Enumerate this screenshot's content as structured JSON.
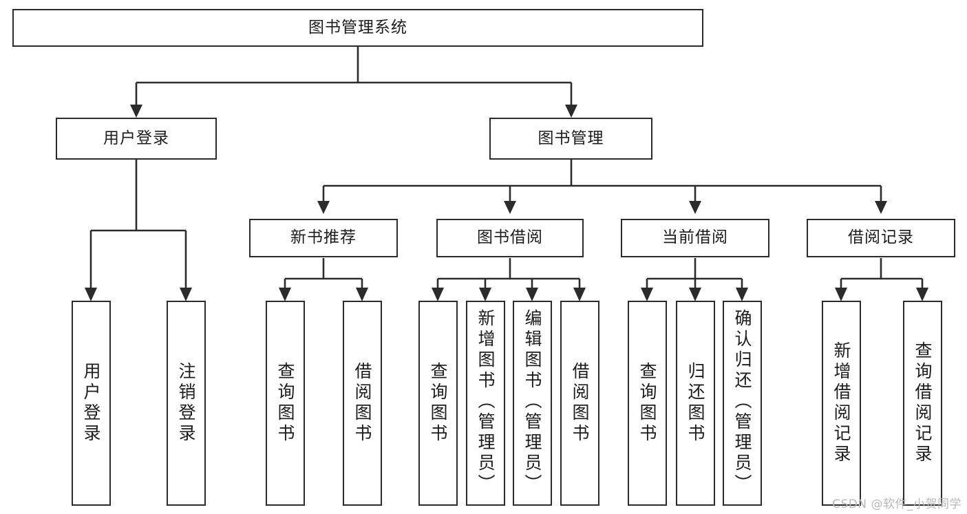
{
  "diagram": {
    "type": "tree",
    "title": "图书管理系统",
    "orientation": "top-down",
    "colors": {
      "box_border": "#2b2b2b",
      "box_fill": "#ffffff",
      "connector": "#2b2b2b",
      "background": "#ffffff",
      "watermark": "#b8b8b8"
    },
    "root": {
      "label": "图书管理系统"
    },
    "level2": [
      {
        "label": "用户登录"
      },
      {
        "label": "图书管理"
      }
    ],
    "level3": [
      {
        "label": "新书推荐"
      },
      {
        "label": "图书借阅"
      },
      {
        "label": "当前借阅"
      },
      {
        "label": "借阅记录"
      }
    ],
    "leaves": {
      "user_login": [
        {
          "label": "用户登录"
        },
        {
          "label": "注销登录"
        }
      ],
      "new_book": [
        {
          "label": "查询图书"
        },
        {
          "label": "借阅图书"
        }
      ],
      "book_borrow": [
        {
          "label": "查询图书"
        },
        {
          "label": "新增图书（管理员）"
        },
        {
          "label": "编辑图书（管理员）"
        },
        {
          "label": "借阅图书"
        }
      ],
      "current_borrow": [
        {
          "label": "查询图书"
        },
        {
          "label": "归还图书"
        },
        {
          "label": "确认归还（管理员）"
        }
      ],
      "borrow_record": [
        {
          "label": "新增借阅记录"
        },
        {
          "label": "查询借阅记录"
        }
      ]
    }
  },
  "watermark": {
    "text": "CSDN @软件_小贺同学"
  }
}
